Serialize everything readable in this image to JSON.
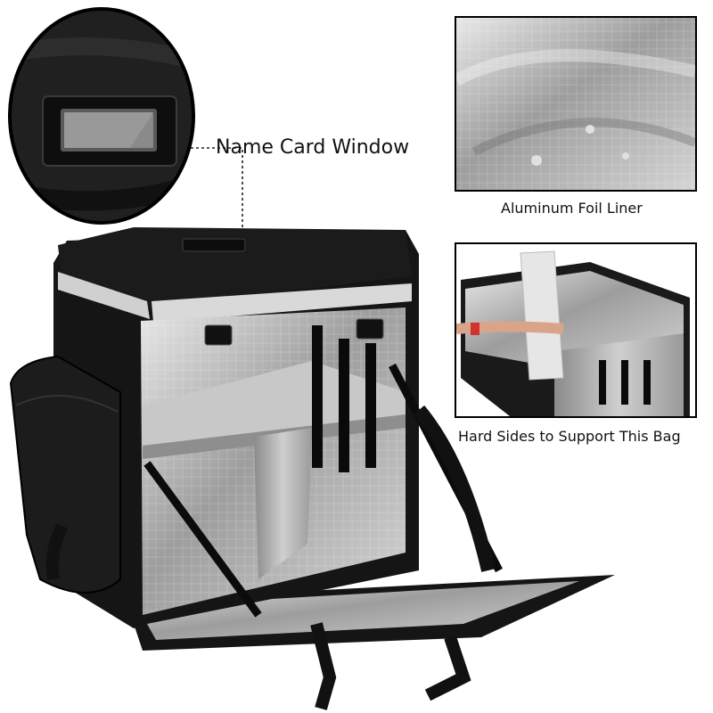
{
  "callouts": {
    "name_card_window": "Name Card Window",
    "aluminum_foil_liner": "Aluminum Foil Liner",
    "hard_sides": "Hard Sides to Support This Bag"
  },
  "colors": {
    "bag_black": "#151515",
    "foil_silver": "#b9b9b9",
    "reflective_strip": "#d9d9d9",
    "background": "#ffffff"
  }
}
